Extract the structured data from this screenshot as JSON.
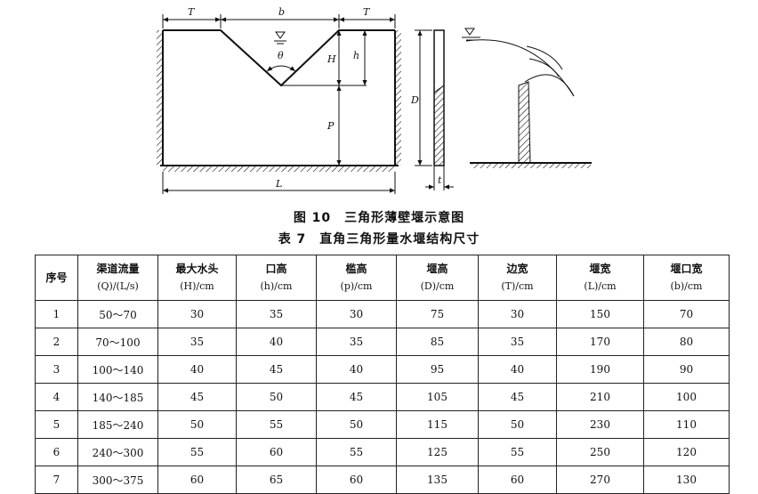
{
  "figure": {
    "caption": "图 10　三角形薄壁堰示意图",
    "labels": {
      "T_left": "T",
      "b": "b",
      "T_right": "T",
      "H": "H",
      "h": "h",
      "theta": "θ",
      "P": "P",
      "L": "L",
      "D": "D",
      "t": "t"
    }
  },
  "table": {
    "caption": "表 7　直角三角形量水堰结构尺寸",
    "headers": [
      {
        "name": "序号",
        "unit": ""
      },
      {
        "name": "渠道流量",
        "unit": "(Q)/(L/s)"
      },
      {
        "name": "最大水头",
        "unit": "(H)/cm"
      },
      {
        "name": "口高",
        "unit": "(h)/cm"
      },
      {
        "name": "槛高",
        "unit": "(p)/cm"
      },
      {
        "name": "堰高",
        "unit": "(D)/cm"
      },
      {
        "name": "边宽",
        "unit": "(T)/cm"
      },
      {
        "name": "堰宽",
        "unit": "(L)/cm"
      },
      {
        "name": "堰口宽",
        "unit": "(b)/cm"
      }
    ],
    "rows": [
      [
        "1",
        "50～70",
        "30",
        "35",
        "30",
        "75",
        "30",
        "150",
        "70"
      ],
      [
        "2",
        "70～100",
        "35",
        "40",
        "35",
        "85",
        "35",
        "170",
        "80"
      ],
      [
        "3",
        "100～140",
        "40",
        "45",
        "40",
        "95",
        "40",
        "190",
        "90"
      ],
      [
        "4",
        "140～185",
        "45",
        "50",
        "45",
        "105",
        "45",
        "210",
        "100"
      ],
      [
        "5",
        "185～240",
        "50",
        "55",
        "50",
        "115",
        "50",
        "230",
        "110"
      ],
      [
        "6",
        "240～300",
        "55",
        "60",
        "55",
        "125",
        "55",
        "250",
        "120"
      ],
      [
        "7",
        "300～375",
        "60",
        "65",
        "60",
        "135",
        "60",
        "270",
        "130"
      ]
    ]
  }
}
